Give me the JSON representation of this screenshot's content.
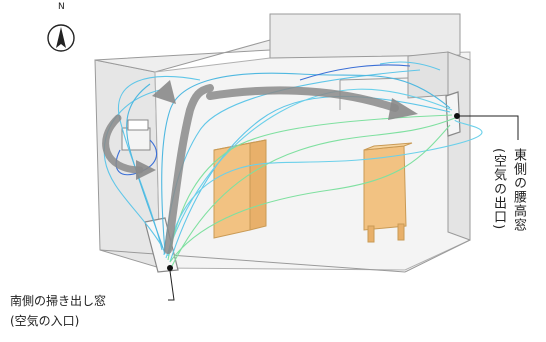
{
  "compass": {
    "north_label": "N"
  },
  "labels": {
    "south_window": "南側の掃き出し窓",
    "south_window_note": "(空気の入口)",
    "east_window": "東側の腰高窓",
    "east_window_note": "(空気の出口)"
  },
  "colors": {
    "wall_fill": "#ededed",
    "wall_stroke": "#9a9a9a",
    "furniture": "#f2c282",
    "furniture_edge": "#c99a55",
    "flow_main": "#5fc6e8",
    "flow_green": "#7fe0a0",
    "flow_blue": "#3b6fd6",
    "arrow": "#8a8a8a"
  }
}
